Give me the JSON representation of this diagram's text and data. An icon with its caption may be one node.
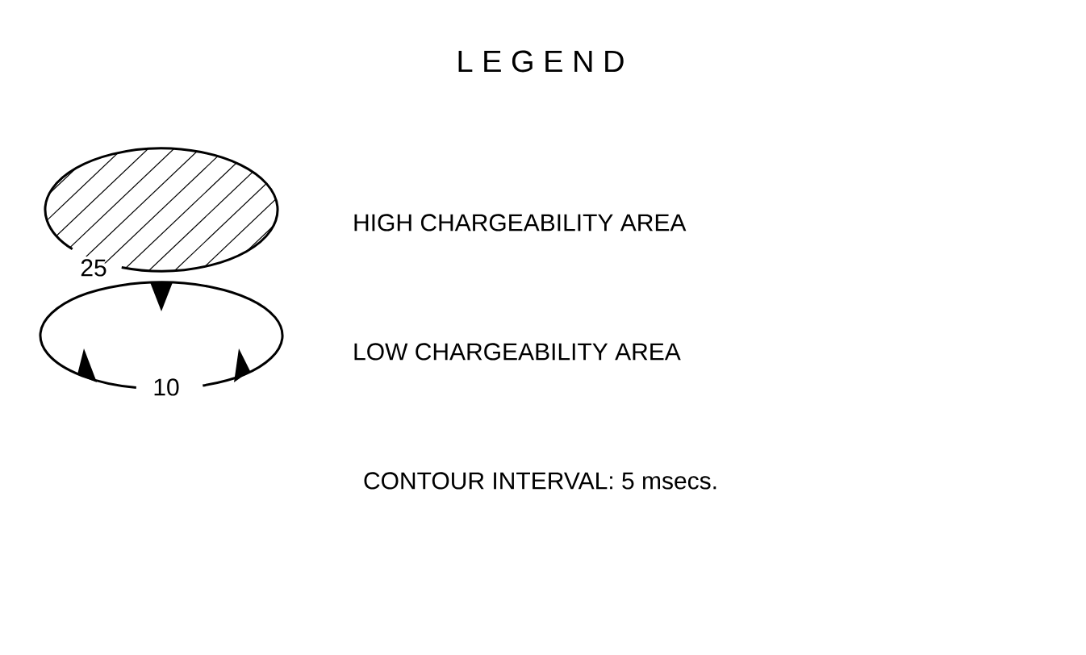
{
  "diagram": {
    "title": "L E G E N D",
    "legend": [
      {
        "text": "HIGH CHARGEABILITY AREA"
      },
      {
        "text": "LOW CHARGEABILITY AREA"
      }
    ],
    "labels": [
      "25",
      "10",
      "CONTOUR INTERVAL:  5 msecs."
    ]
  }
}
